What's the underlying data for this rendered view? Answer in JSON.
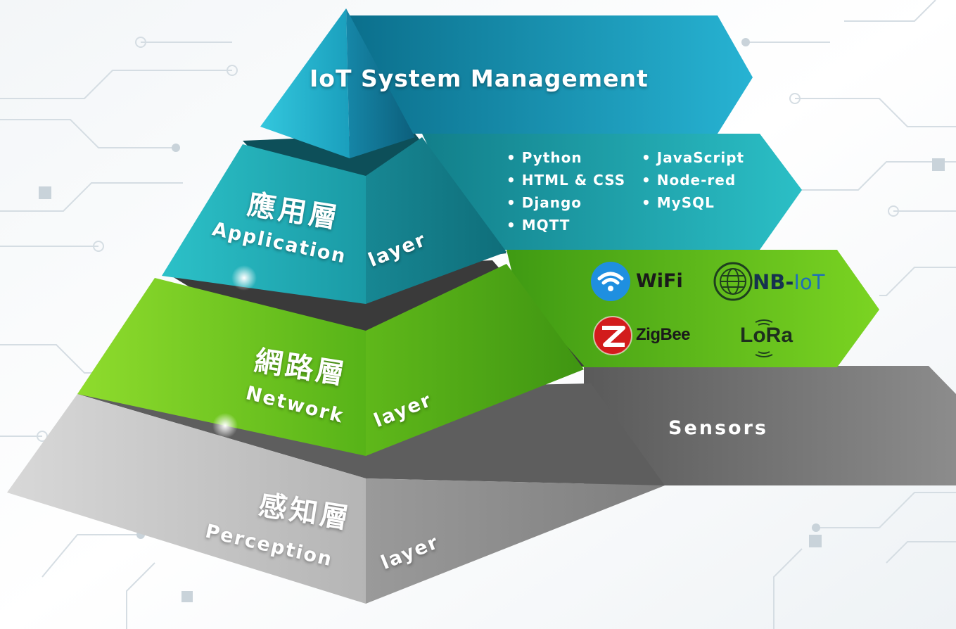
{
  "title": "IoT System Management",
  "layers": [
    {
      "cjk": "應用層",
      "en": "Application",
      "suffix": "layer",
      "items_left": [
        "Python",
        "HTML & CSS",
        "Django",
        "MQTT"
      ],
      "items_right": [
        "JavaScript",
        "Node-red",
        "MySQL"
      ]
    },
    {
      "cjk": "網路層",
      "en": "Network",
      "suffix": "layer",
      "protocols": [
        {
          "name": "WiFi",
          "icon": "wifi-icon"
        },
        {
          "name": "NB-IoT",
          "name_a": "NB-",
          "name_b": "IoT",
          "icon": "globe-icon"
        },
        {
          "name": "ZigBee",
          "icon": "zigbee-icon"
        },
        {
          "name": "LoRa",
          "icon": "lora-icon"
        }
      ]
    },
    {
      "cjk": "感知層",
      "en": "Perception",
      "suffix": "layer",
      "banner": "Sensors"
    }
  ],
  "colors": {
    "top": "#1FA9C4",
    "application": "#1E9EA8",
    "network": "#6DC21E",
    "perception": "#9B9B9B",
    "dark_band": "#3A3A3A"
  }
}
